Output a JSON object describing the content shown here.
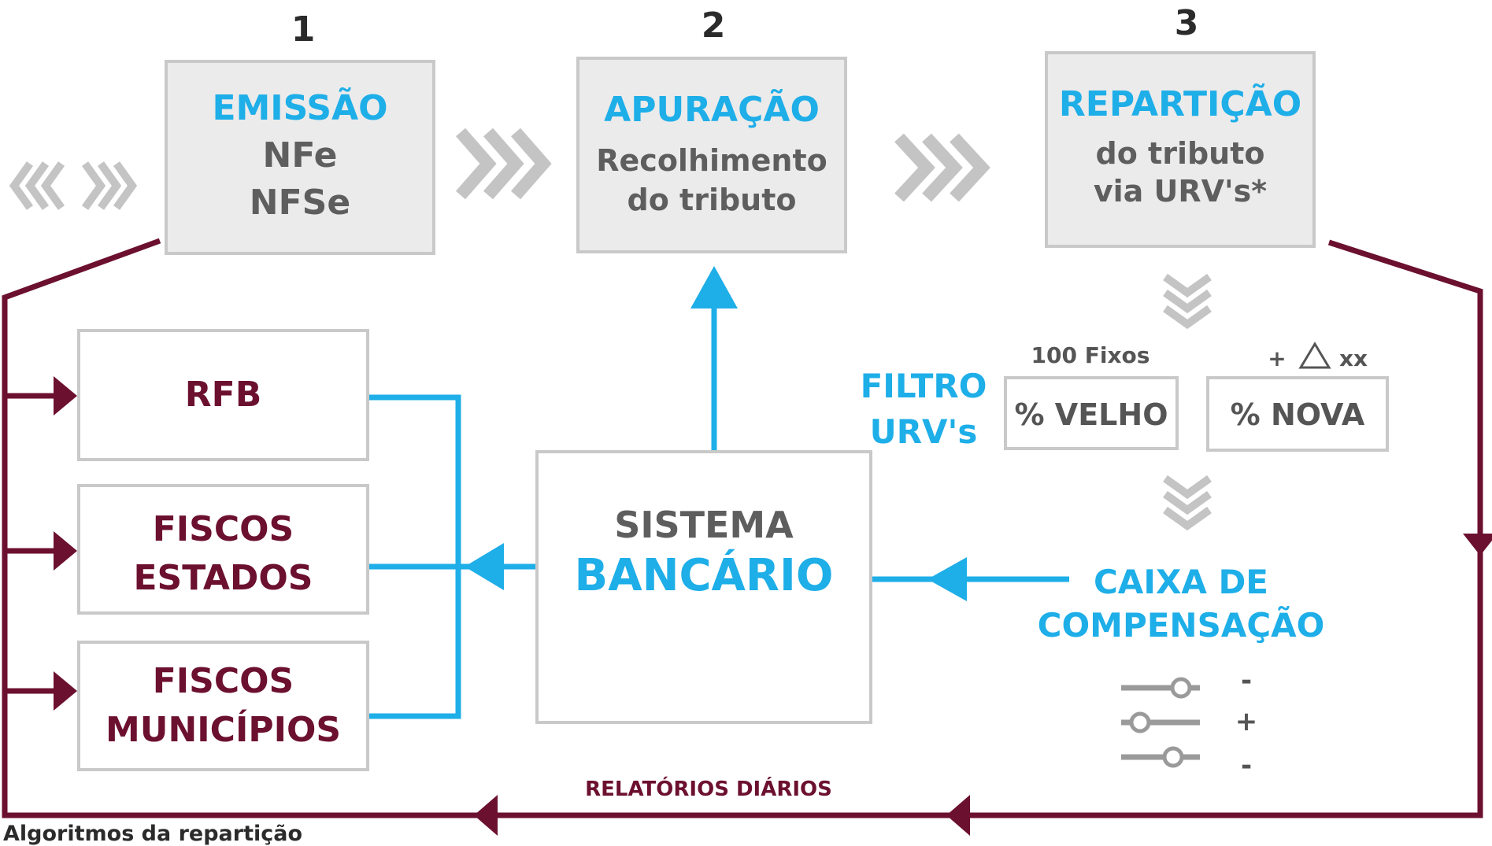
{
  "steps": {
    "one": "1",
    "two": "2",
    "three": "3"
  },
  "emissao": {
    "title": "EMISSÃO",
    "line1": "NFe",
    "line2": "NFSe"
  },
  "apuracao": {
    "title": "APURAÇÃO",
    "line1": "Recolhimento",
    "line2": "do tributo"
  },
  "reparticao": {
    "title": "REPARTIÇÃO",
    "line1": "do tributo",
    "line2": "via URV's*"
  },
  "entities": {
    "rfb": "RFB",
    "fiscos_estados": [
      "FISCOS",
      "ESTADOS"
    ],
    "fiscos_municipios": [
      "FISCOS",
      "MUNICÍPIOS"
    ]
  },
  "sistema": {
    "line1": "SISTEMA",
    "line2": "BANCÁRIO",
    "icon": "money-cash-icon"
  },
  "filtro": {
    "label": [
      "FILTRO",
      "URV's"
    ],
    "old_caption": "100 Fixos",
    "old_label": "% VELHO",
    "new_caption": "xx",
    "new_plus": "+",
    "new_label": "% NOVA"
  },
  "caixa": {
    "label": [
      "CAIXA DE",
      "COMPENSAÇÃO"
    ],
    "adjust_signs": [
      "-",
      "+",
      "-"
    ],
    "icon": "sliders-icon"
  },
  "relatorios": "RELATÓRIOS DIÁRIOS",
  "footnote": "Algoritmos da repartição",
  "colors": {
    "blue": "#1eaee8",
    "maroon": "#6c1030",
    "box_fill": "#ebebeb",
    "box_border": "#c9c9c9",
    "chevron": "#c4c4c4"
  }
}
